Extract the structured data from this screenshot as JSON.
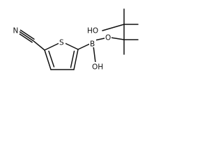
{
  "molecule": {
    "atom_labels": {
      "nitrile_nitrogen": "N",
      "thiophene_sulfur": "S",
      "boron": "B",
      "boron_hydroxyl": "OH",
      "ester_oxygen": "O",
      "pinacol_hydroxyl": "HO"
    }
  },
  "colors": {
    "bond": "#111111",
    "label": "#111111",
    "background": "#ffffff"
  }
}
